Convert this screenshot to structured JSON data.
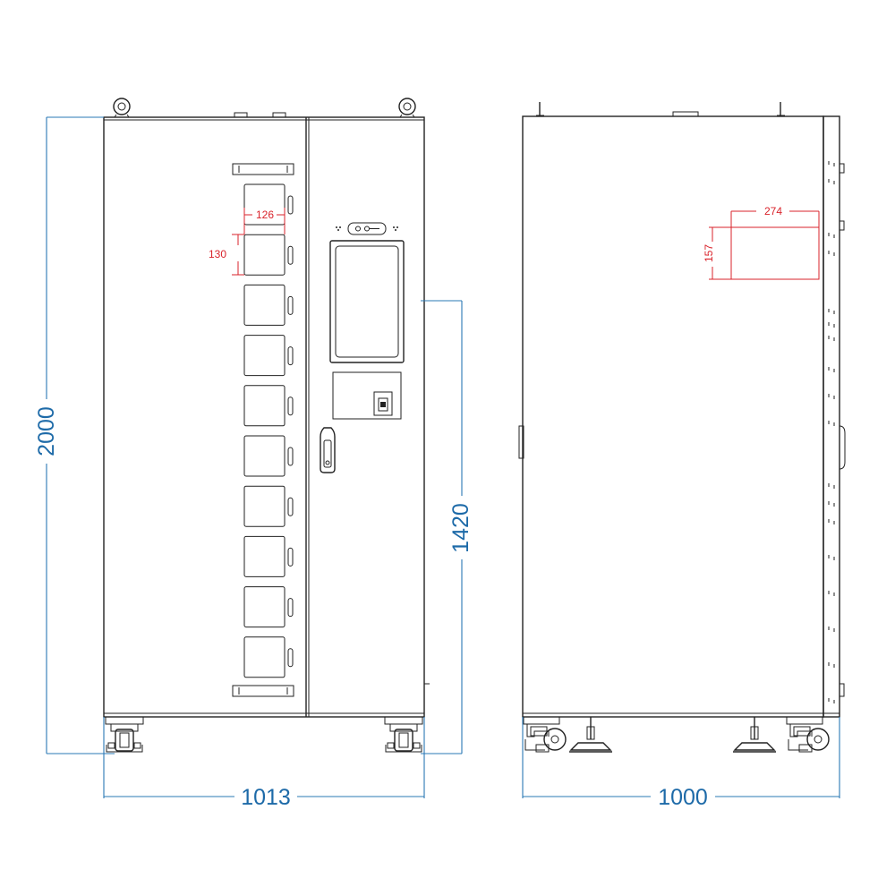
{
  "colors": {
    "outline": "#222222",
    "dimension_blue": "#2a78b5",
    "dimension_red": "#d9232b",
    "background": "#ffffff"
  },
  "dimensions": {
    "front_height": "2000",
    "front_width": "1013",
    "front_partial_height": "1420",
    "compartment_width": "126",
    "compartment_height": "130",
    "side_width": "1000",
    "panel_width": "274",
    "panel_height": "157"
  },
  "views": [
    "front-view",
    "side-view"
  ]
}
